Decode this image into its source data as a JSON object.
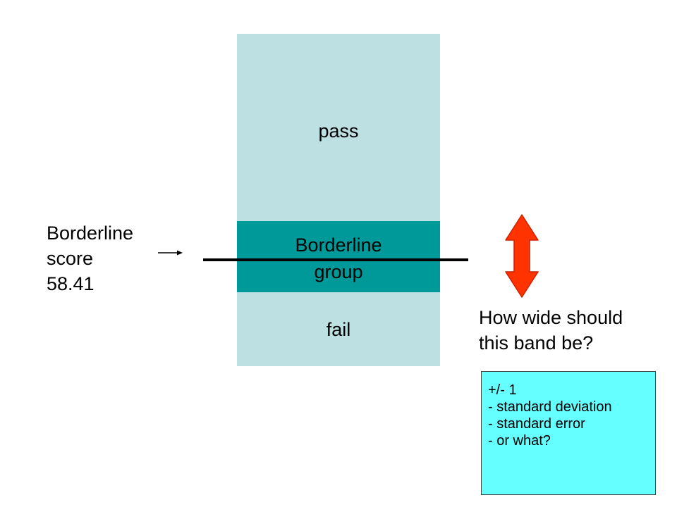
{
  "bands": {
    "pass_label": "pass",
    "borderline_line1": "Borderline",
    "borderline_line2": "group",
    "fail_label": "fail"
  },
  "left_label": {
    "line1": "Borderline",
    "line2": "score",
    "line3": "58.41"
  },
  "question": {
    "line1": "How wide should",
    "line2": "this band be?"
  },
  "options": {
    "line1": "+/- 1",
    "line2": "- standard deviation",
    "line3": "- standard error",
    "line4": "- or what?"
  },
  "colors": {
    "band_light": "#bde0e3",
    "band_dark": "#009999",
    "arrow_fill": "#ff3300",
    "options_bg": "#66ffff"
  },
  "icons": {
    "pointer": "right-arrow-icon",
    "width_indicator": "double-headed-arrow-icon"
  }
}
